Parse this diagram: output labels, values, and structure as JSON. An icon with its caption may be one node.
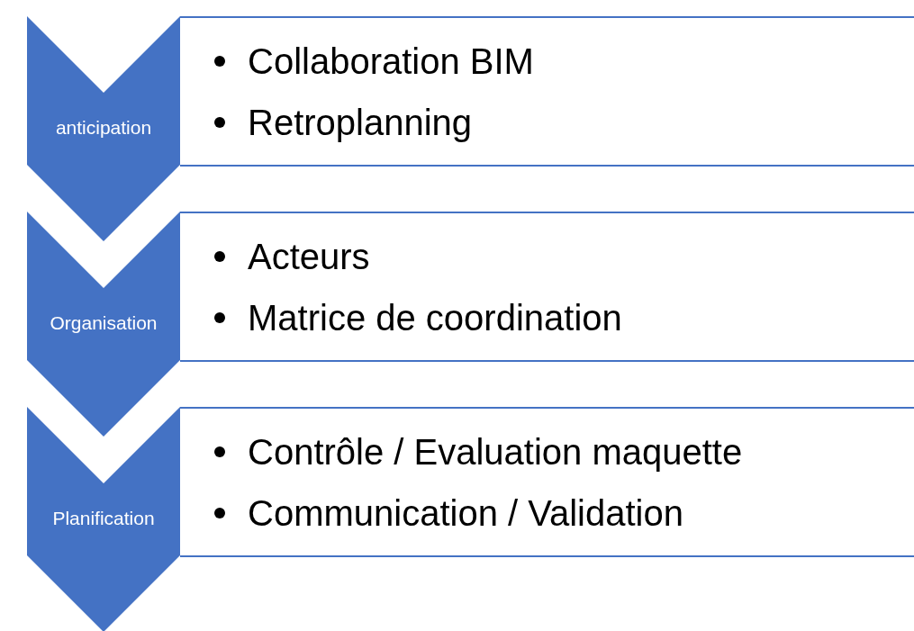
{
  "diagram": {
    "nodes": [
      {
        "text": [
          "anticipation"
        ]
      },
      {
        "text": [
          "Collaboration BIM",
          "Retroplanning"
        ]
      },
      {
        "text": [
          "Organisation"
        ]
      },
      {
        "text": [
          "Acteurs",
          "Matrice de coordination"
        ]
      },
      {
        "text": [
          "Planification"
        ]
      },
      {
        "text": [
          "Contrôle / Evaluation maquette",
          "Communication / Validation"
        ]
      }
    ]
  }
}
